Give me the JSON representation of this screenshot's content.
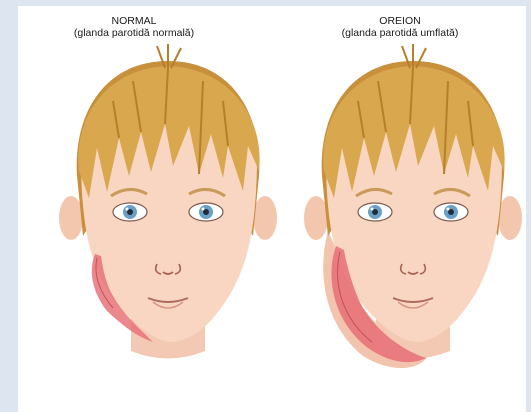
{
  "left_figure": {
    "title": "NORMAL",
    "subtitle": "(glanda parotidă normală)"
  },
  "right_figure": {
    "title": "OREION",
    "subtitle": "(glanda parotidă umflată)"
  },
  "colors": {
    "background": "#dde6f0",
    "panel": "#ffffff",
    "hair": "#d9a84e",
    "hair_shade": "#b57f2c",
    "skin": "#f8d6c2",
    "skin_shade": "#f0bfa6",
    "gland": "#e8737a",
    "eye": "#6a9fc7"
  },
  "icons": [
    "boy-face-normal-illustration",
    "boy-face-mumps-illustration"
  ]
}
